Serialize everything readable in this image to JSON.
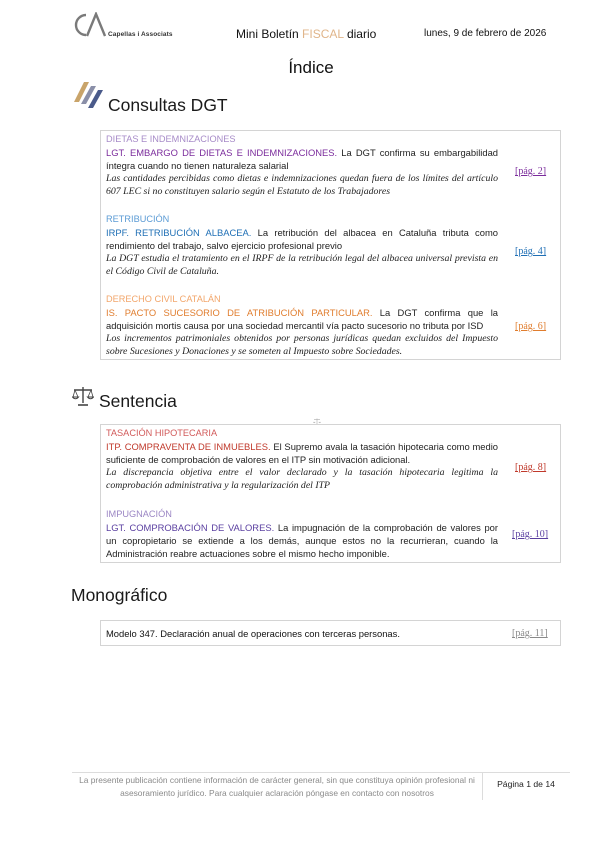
{
  "header": {
    "logo_text": "Capellas i Associats",
    "title_prefix": "Mini Boletín ",
    "title_highlight": "FISCAL",
    "title_suffix": " diario",
    "date": "lunes, 9 de febrero de 2026"
  },
  "index_title": "Índice",
  "sections": {
    "consultas": {
      "title": "Consultas DGT",
      "entries": [
        {
          "category": "DIETAS E INDEMNIZACIONES",
          "headline": "LGT. EMBARGO DE DIETAS E INDEMNIZACIONES.",
          "text": " La DGT confirma su embargabilidad íntegra cuando no tienen naturaleza salarial",
          "summary": "Las cantidades percibidas como dietas e indemnizaciones quedan fuera de los límites del artículo 607 LEC si no constituyen salario según el Estatuto de los Trabajadores",
          "page": "[pág. 2]"
        },
        {
          "category": "RETRIBUCIÓN",
          "headline": "IRPF. RETRIBUCIÓN ALBACEA.",
          "text": " La retribución del albacea en Cataluña tributa como rendimiento del trabajo, salvo ejercicio profesional previo",
          "summary": "La DGT estudia el tratamiento en el IRPF de la retribución legal del albacea universal prevista en el Código Civil de Cataluña.",
          "page": "[pág. 4]"
        },
        {
          "category": "DERECHO CIVIL CATALÁN",
          "headline": "IS. PACTO SUCESORIO DE ATRIBUCIÓN PARTICULAR.",
          "text": "  La DGT confirma que la adquisición mortis causa por una sociedad mercantil vía pacto sucesorio no tributa por ISD",
          "summary": "Los incrementos patrimoniales obtenidos por personas jurídicas quedan excluidos del Impuesto sobre Sucesiones y Donaciones y se someten al Impuesto sobre Sociedades.",
          "page": "[pág. 6]"
        }
      ]
    },
    "sentencia": {
      "title": "Sentencia",
      "entries": [
        {
          "category": "TASACIÓN HIPOTECARIA",
          "headline": "ITP. COMPRAVENTA DE INMUEBLES.",
          "text": " El Supremo avala la tasación hipotecaria como medio suficiente de comprobación de valores en el ITP sin motivación adicional.",
          "summary": "La discrepancia objetiva entre el valor declarado y la tasación hipotecaria legitima la comprobación administrativa y la regularización del ITP",
          "page": "[pág. 8]"
        },
        {
          "category": "IMPUGNACIÓN",
          "headline": "LGT. COMPROBACIÓN DE VALORES.",
          "text": " La impugnación de la comprobación de valores por un copropietario se extiende a los demás, aunque estos no la recurrieran, cuando la Administración reabre actuaciones sobre el mismo hecho imponible.",
          "summary": "",
          "page": "[pág. 10]"
        }
      ]
    },
    "monografico": {
      "title": "Monográfico",
      "item": "Modelo 347. Declaración anual de operaciones con terceras personas.",
      "page": "[pág. 11]"
    }
  },
  "footer": {
    "disclaimer": "La presente publicación contiene información de carácter general, sin que constituya opinión profesional ni asesoramiento jurídico. Para cualquier aclaración póngase en contacto con nosotros",
    "page": "Página 1 de 14"
  },
  "colors": {
    "fiscal_accent": "#e0b58a",
    "dietas": "#7b2c9c",
    "retribucion": "#1f6fb5",
    "derecho_civil": "#e07d2e",
    "tasacion": "#c0392b",
    "impugnacion": "#5a3fa0"
  },
  "icons": {
    "brand_logo": "ca-logo-icon",
    "consultas": "agencia-tributaria-icon",
    "sentencia": "scales-of-justice-icon"
  }
}
